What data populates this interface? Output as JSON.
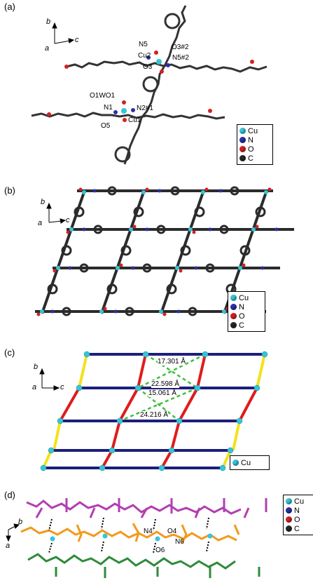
{
  "panels": {
    "a": {
      "label": "(a)",
      "axes": {
        "b": "b",
        "a": "a",
        "c": "c"
      },
      "atom_labels": [
        "N5",
        "O3#2",
        "Cu2",
        "N5#2",
        "O3",
        "O1WO1",
        "N1",
        "N2#1",
        "Cu1",
        "O5"
      ],
      "legend": [
        "Cu",
        "N",
        "O",
        "C"
      ]
    },
    "b": {
      "label": "(b)",
      "axes": {
        "b": "b",
        "a": "a",
        "c": "c"
      },
      "legend": [
        "Cu",
        "N",
        "O",
        "C"
      ]
    },
    "c": {
      "label": "(c)",
      "axes": {
        "b": "b",
        "a": "a",
        "c": "c"
      },
      "distances": [
        "17.301 Å",
        "22.598 Å",
        "15.061 Å",
        "24.216 Å"
      ],
      "legend": [
        "Cu"
      ]
    },
    "d": {
      "label": "(d)",
      "axes": {
        "b": "b",
        "a": "a"
      },
      "atom_labels": [
        "N4",
        "O4",
        "N6",
        "O6"
      ],
      "legend": [
        "Cu",
        "N",
        "O",
        "C"
      ]
    }
  },
  "colors": {
    "cu": "#36c4d8",
    "n": "#2a2fa8",
    "o": "#d42020",
    "c": "#262626",
    "navy_bond": "#1d1f7a",
    "red_bond": "#e01b1b",
    "yellow_bond": "#f2e21a",
    "green_dash": "#3fbf3f",
    "purple": "#b23fb0",
    "orange": "#f29a1c",
    "green": "#2e8b3a"
  }
}
